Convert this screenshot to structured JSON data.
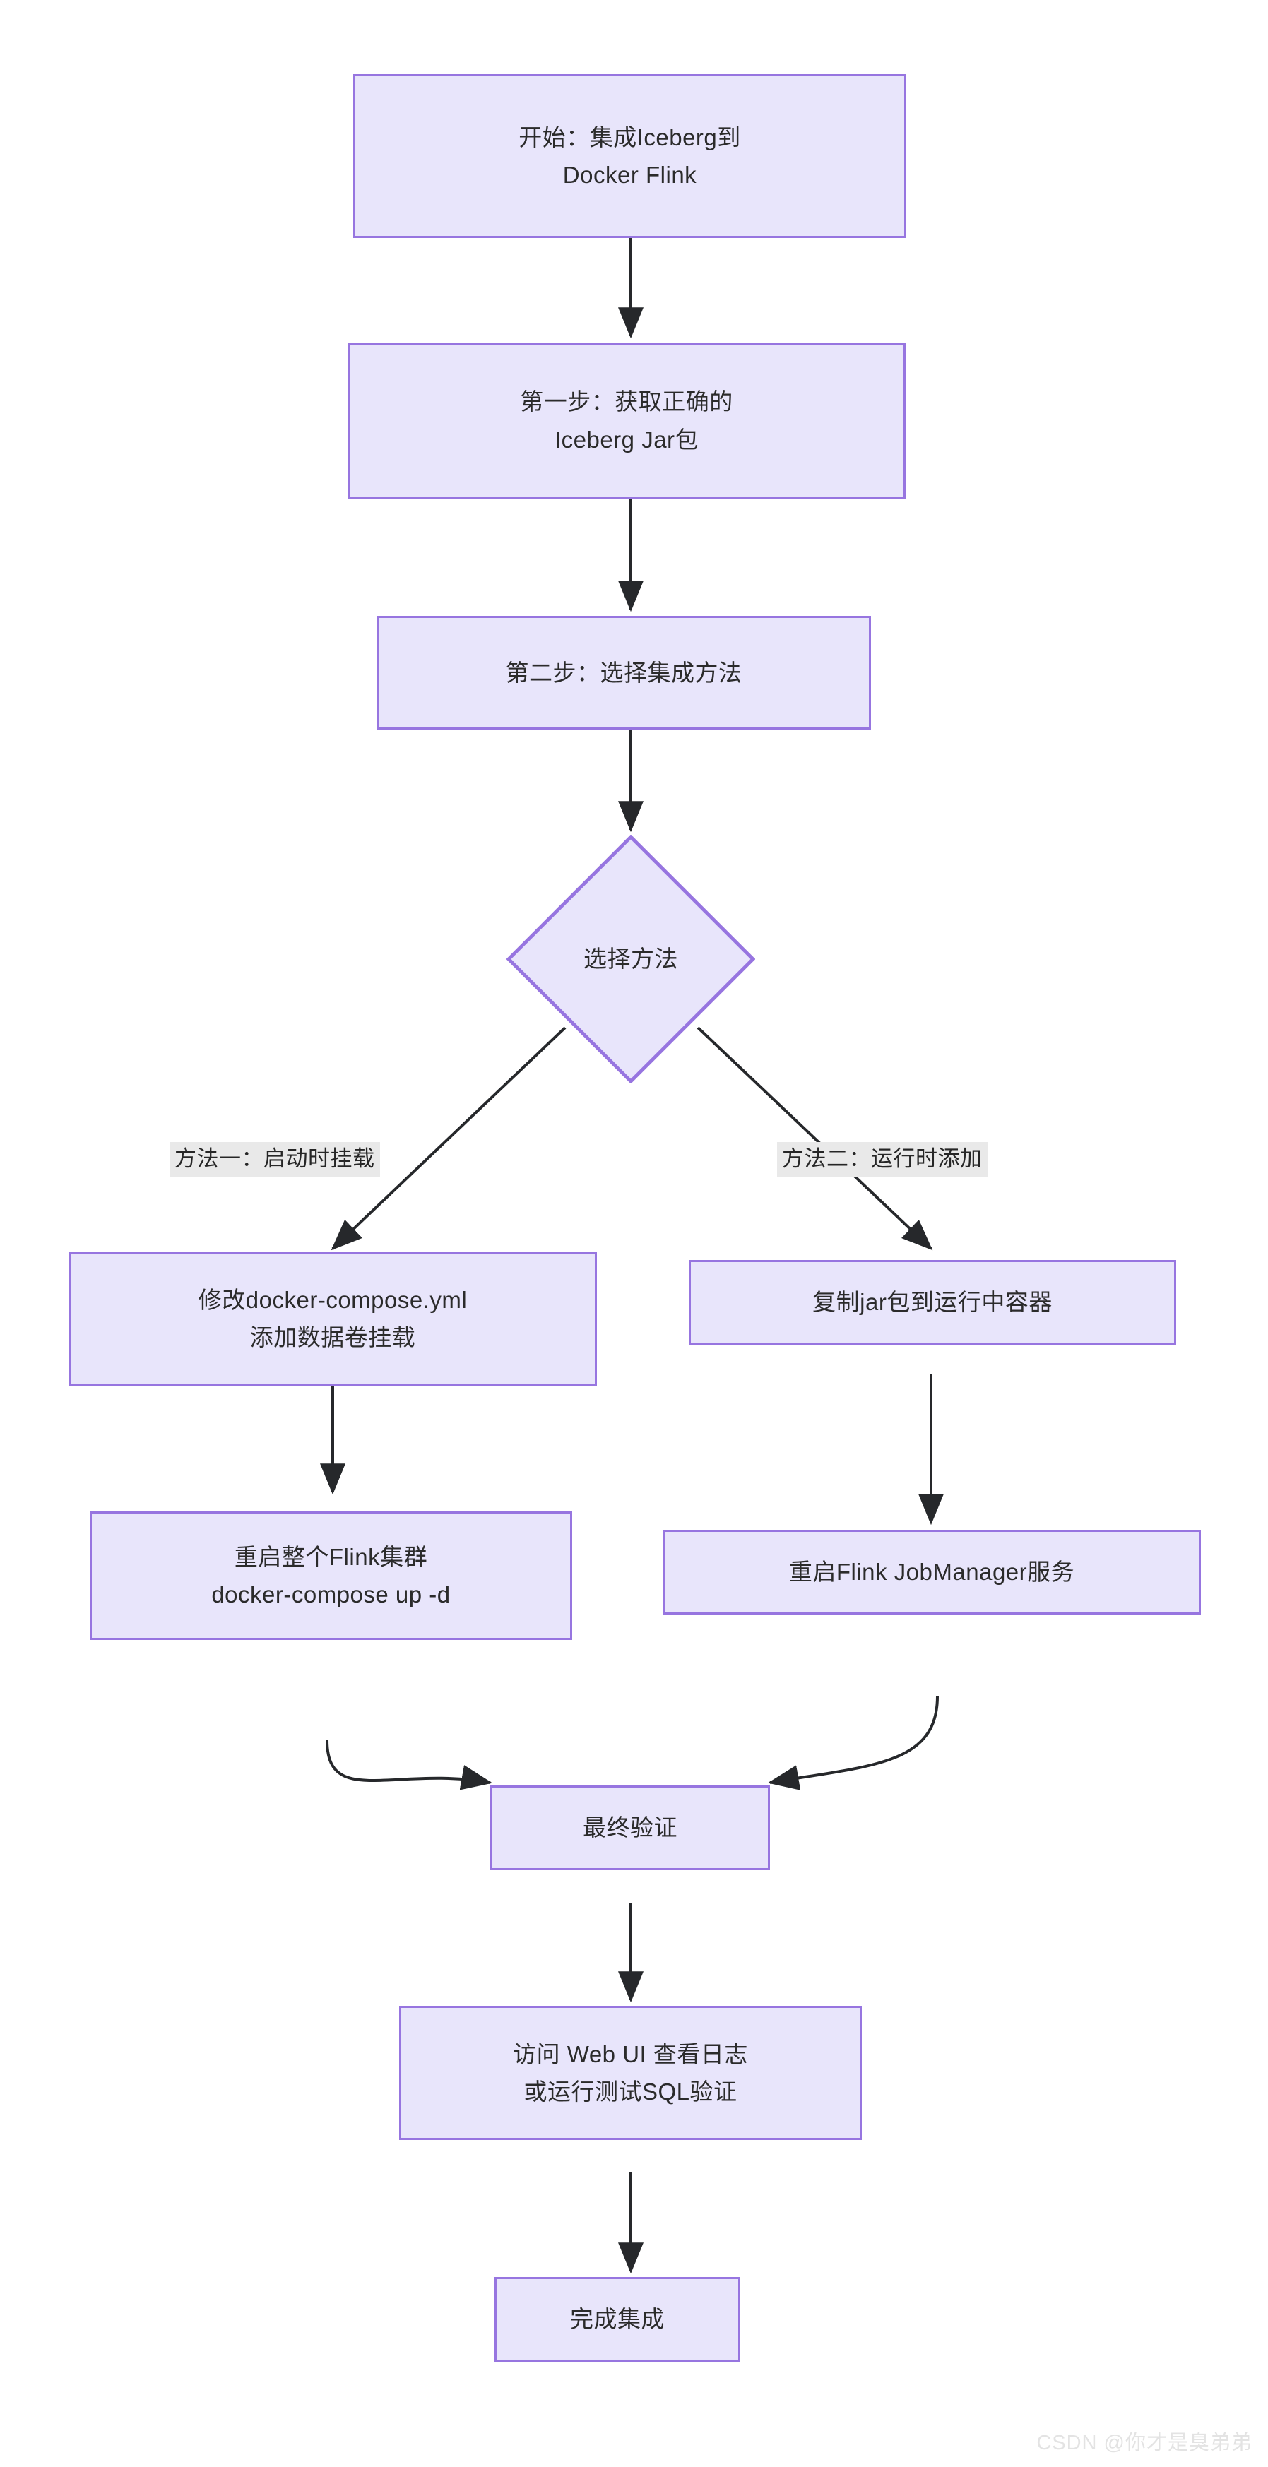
{
  "diagram": {
    "type": "flowchart",
    "direction": "top-down",
    "theme": {
      "node_fill": "#e8e5fb",
      "node_border": "#9775e0",
      "edge_color": "#26282b",
      "text_color": "#2b2b2b",
      "edge_label_bg": "#e9e9e9",
      "background": "#ffffff"
    },
    "nodes": [
      {
        "id": "start",
        "shape": "rect",
        "text": "开始：集成Iceberg到\nDocker Flink"
      },
      {
        "id": "step1",
        "shape": "rect",
        "text": "第一步：获取正确的\nIceberg Jar包"
      },
      {
        "id": "step2",
        "shape": "rect",
        "text": "第二步：选择集成方法"
      },
      {
        "id": "choose",
        "shape": "diamond",
        "text": "选择方法"
      },
      {
        "id": "compose_edit",
        "shape": "rect",
        "text": "修改docker-compose.yml\n添加数据卷挂载"
      },
      {
        "id": "copy_jar",
        "shape": "rect",
        "text": "复制jar包到运行中容器"
      },
      {
        "id": "restart_all",
        "shape": "rect",
        "text": "重启整个Flink集群\ndocker-compose up -d"
      },
      {
        "id": "restart_jm",
        "shape": "rect",
        "text": "重启Flink JobManager服务"
      },
      {
        "id": "verify",
        "shape": "rect",
        "text": "最终验证"
      },
      {
        "id": "webui",
        "shape": "rect",
        "text": "访问 Web UI 查看日志\n或运行测试SQL验证"
      },
      {
        "id": "done",
        "shape": "rect",
        "text": "完成集成"
      }
    ],
    "edges": [
      {
        "from": "start",
        "to": "step1",
        "label": ""
      },
      {
        "from": "step1",
        "to": "step2",
        "label": ""
      },
      {
        "from": "step2",
        "to": "choose",
        "label": ""
      },
      {
        "from": "choose",
        "to": "compose_edit",
        "label": "方法一：启动时挂载"
      },
      {
        "from": "choose",
        "to": "copy_jar",
        "label": "方法二：运行时添加"
      },
      {
        "from": "compose_edit",
        "to": "restart_all",
        "label": ""
      },
      {
        "from": "copy_jar",
        "to": "restart_jm",
        "label": ""
      },
      {
        "from": "restart_all",
        "to": "verify",
        "label": ""
      },
      {
        "from": "restart_jm",
        "to": "verify",
        "label": ""
      },
      {
        "from": "verify",
        "to": "webui",
        "label": ""
      },
      {
        "from": "webui",
        "to": "done",
        "label": ""
      }
    ],
    "edge_labels": {
      "branch_left": "方法一：启动时挂载",
      "branch_right": "方法二：运行时添加"
    }
  },
  "watermark": {
    "text": "CSDN @你才是臭弟弟"
  }
}
